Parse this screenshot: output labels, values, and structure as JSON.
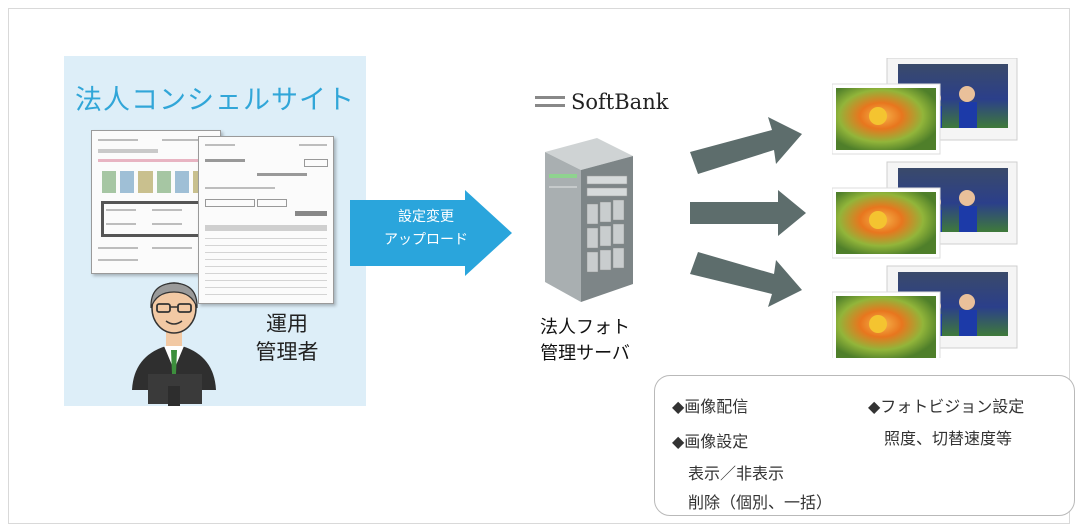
{
  "portal": {
    "title": "法人コンシェルサイト",
    "operator_label_line1": "運用",
    "operator_label_line2": "管理者"
  },
  "upload_arrow": {
    "line1": "設定変更",
    "line2": "アップロード"
  },
  "provider": {
    "logo_text": "SoftBank"
  },
  "server": {
    "label_line1": "法人フォト",
    "label_line2": "管理サーバ"
  },
  "features": {
    "item1": "◆画像配信",
    "item2": "◆画像設定",
    "item2_sub1": "表示／非表示",
    "item2_sub2": "削除（個別、一括）",
    "item3": "◆フォトビジョン設定",
    "item3_sub1": "照度、切替速度等"
  },
  "colors": {
    "portal_bg": "#ddeef8",
    "portal_title": "#31a6d8",
    "arrow_blue": "#2aa5dc",
    "gray_arrow": "#5d6d6c"
  },
  "icons": [
    "portal-screenshot",
    "operator-person-icon",
    "server-icon",
    "photo-frame-icon",
    "softbank-logo-icon"
  ]
}
